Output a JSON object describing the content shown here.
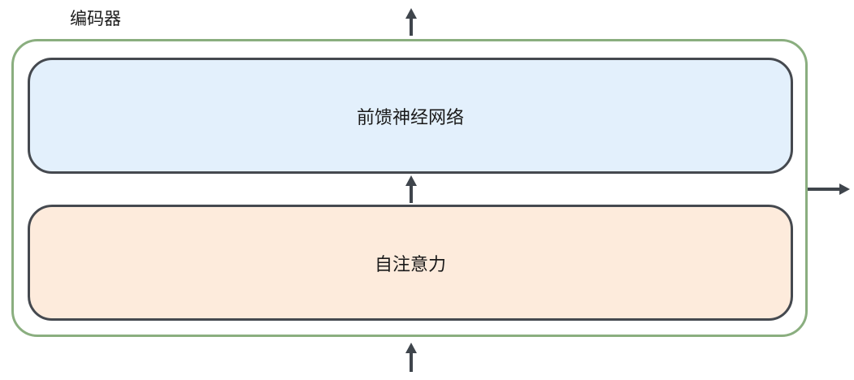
{
  "diagram": {
    "encoder_title": "编码器",
    "layers": {
      "feed_forward": "前馈神经网络",
      "self_attention": "自注意力"
    }
  },
  "colors": {
    "frame_border": "#8aae7f",
    "box_border": "#45494f",
    "feed_forward_fill": "#e3f0fc",
    "self_attention_fill": "#fdebdc",
    "arrow": "#3f454c"
  }
}
